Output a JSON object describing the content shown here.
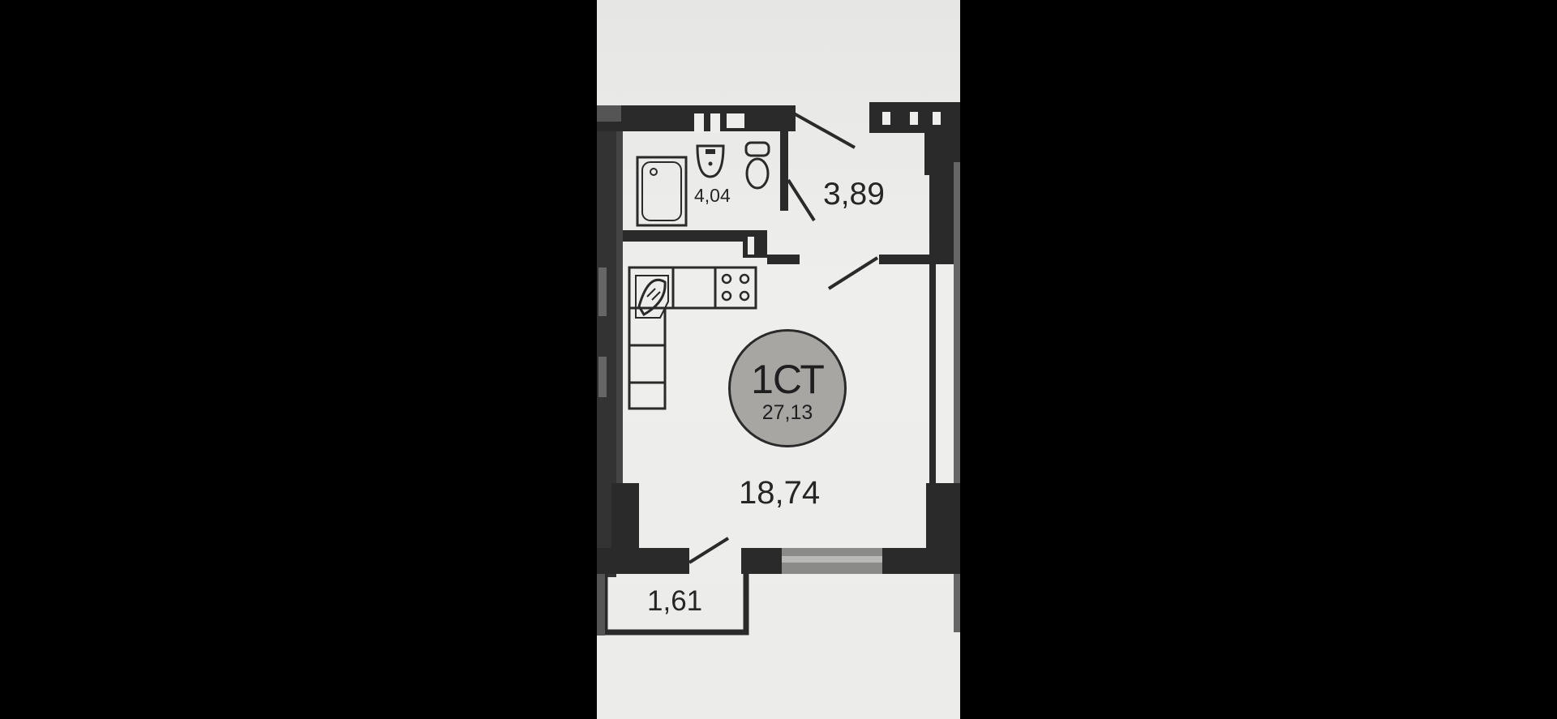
{
  "plan": {
    "rooms": {
      "bathroom_area": "4,04",
      "hallway_area": "3,89",
      "main_room_area": "18,74",
      "balcony_area": "1,61"
    },
    "badge": {
      "type": "1СТ",
      "total_area": "27,13"
    }
  },
  "colors": {
    "background": "#000000",
    "paper": "#eeeeec",
    "wall": "#2a2a2a",
    "badge_fill": "#a8a6a3"
  }
}
